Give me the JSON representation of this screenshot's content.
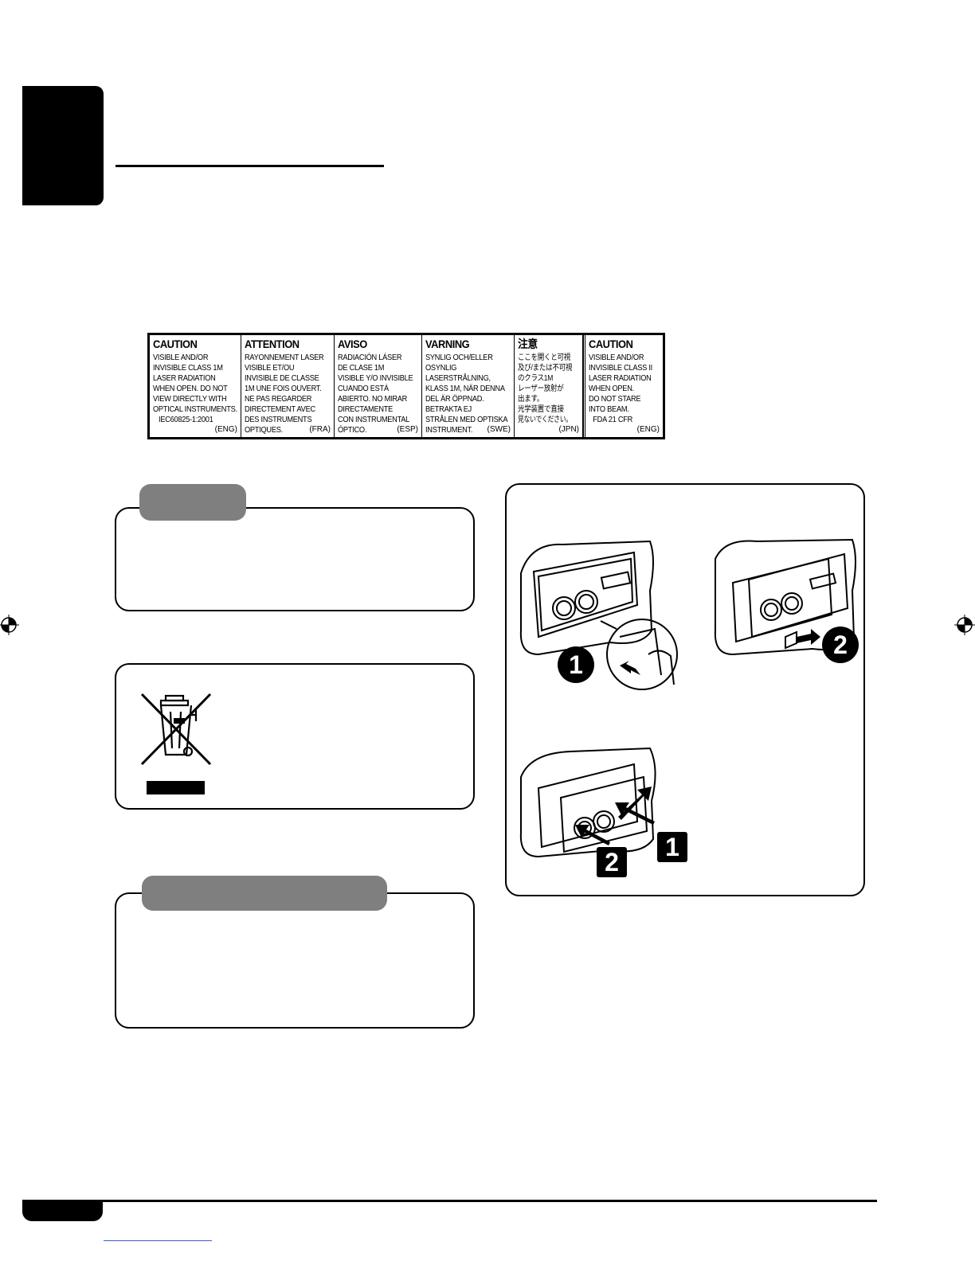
{
  "caution_label": {
    "columns": [
      {
        "head": "CAUTION",
        "lines": [
          "VISIBLE AND/OR",
          "INVISIBLE CLASS 1M",
          "LASER RADIATION",
          "WHEN OPEN. DO NOT",
          "VIEW DIRECTLY WITH",
          "OPTICAL INSTRUMENTS.",
          "IEC60825-1:2001"
        ],
        "code": "(ENG)"
      },
      {
        "head": "ATTENTION",
        "lines": [
          "RAYONNEMENT LASER",
          "VISIBLE ET/OU",
          "INVISIBLE DE CLASSE",
          "1M UNE FOIS OUVERT.",
          "NE PAS REGARDER",
          "DIRECTEMENT AVEC",
          "DES INSTRUMENTS",
          "OPTIQUES."
        ],
        "code": "(FRA)"
      },
      {
        "head": "AVISO",
        "lines": [
          "RADIACIÓN LÁSER",
          "DE CLASE 1M",
          "VISIBLE Y/O INVISIBLE",
          "CUANDO ESTÁ",
          "ABIERTO. NO MIRAR",
          "DIRECTAMENTE",
          "CON INSTRUMENTAL",
          "ÓPTICO."
        ],
        "code": "(ESP)"
      },
      {
        "head": "VARNING",
        "lines": [
          "SYNLIG OCH/ELLER",
          "OSYNLIG",
          "LASERSTRÅLNING,",
          "KLASS 1M, NÄR DENNA",
          "DEL ÄR ÖPPNAD.",
          "BETRAKTA EJ",
          "STRÅLEN MED OPTISKA",
          "INSTRUMENT."
        ],
        "code": "(SWE)"
      },
      {
        "head": "注意",
        "lines": [
          "ここを開くと可視",
          "及び/または不可視",
          "のクラス1M",
          "レーザー放射が",
          "出ます。",
          "光学装置で直接",
          "見ないでください。"
        ],
        "code": "(JPN)"
      },
      {
        "head": "CAUTION",
        "lines": [
          "VISIBLE AND/OR",
          "INVISIBLE CLASS II",
          "LASER RADIATION",
          "WHEN OPEN.",
          "DO NOT STARE",
          "INTO BEAM.",
          "FDA 21 CFR"
        ],
        "code": "(ENG)"
      }
    ]
  },
  "diagram": {
    "step_detach_1": "1",
    "step_detach_2": "2",
    "step_attach_1": "1",
    "step_attach_2": "2"
  },
  "icons": {
    "registration_left": "registration-mark-icon",
    "registration_right": "registration-mark-icon",
    "wheelie_bin": "crossed-out-wheelie-bin-icon"
  }
}
